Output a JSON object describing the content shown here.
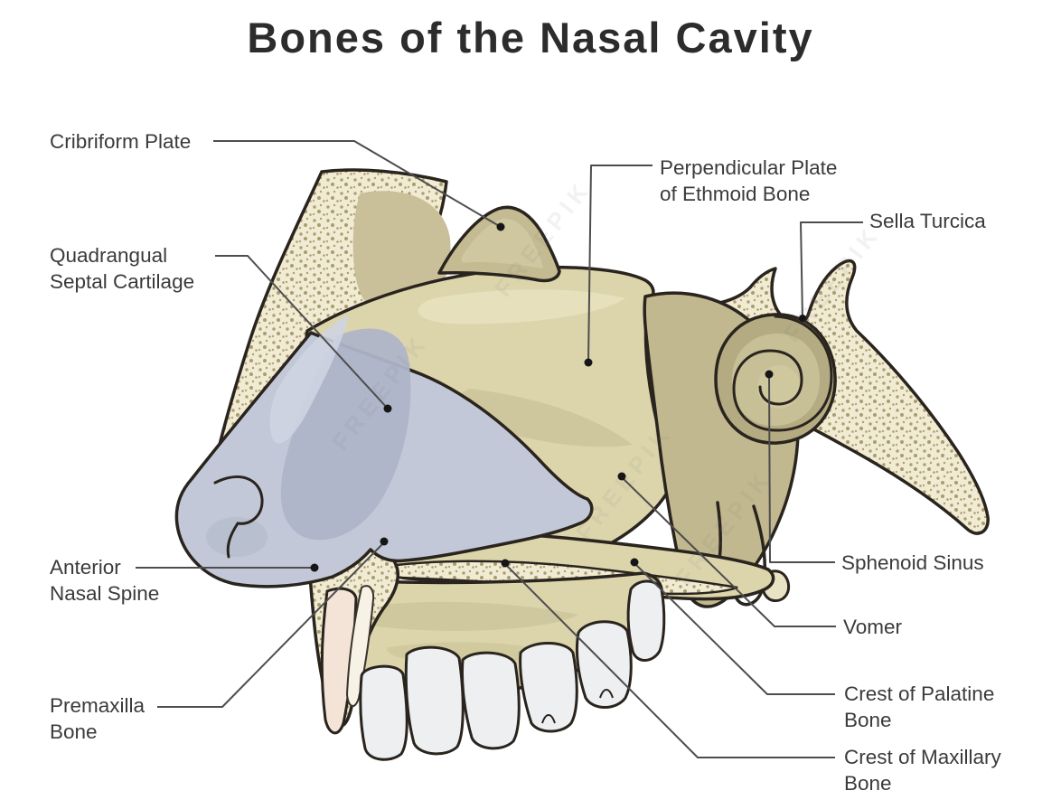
{
  "title": "Bones of the Nasal Cavity",
  "watermark": "FREEPIK",
  "labels": {
    "cribriform_plate": {
      "line1": "Cribriform Plate"
    },
    "quadrangual_septal_cartilage": {
      "line1": "Quadrangual",
      "line2": "Septal Cartilage"
    },
    "perpendicular_plate": {
      "line1": "Perpendicular Plate",
      "line2": "of Ethmoid Bone"
    },
    "sella_turcica": {
      "line1": "Sella Turcica"
    },
    "sphenoid_sinus": {
      "line1": "Sphenoid Sinus"
    },
    "vomer": {
      "line1": "Vomer"
    },
    "anterior_nasal_spine": {
      "line1": "Anterior",
      "line2": "Nasal Spine"
    },
    "premaxilla_bone": {
      "line1": "Premaxilla",
      "line2": "Bone"
    },
    "crest_of_palatine_bone": {
      "line1": "Crest of Palatine",
      "line2": "Bone"
    },
    "crest_of_maxillary_bone": {
      "line1": "Crest of Maxillary",
      "line2": "Bone"
    }
  },
  "colors": {
    "background": "#ffffff",
    "outline": "#2a241e",
    "bone_beige": "#dcd5ac",
    "bone_beige_light": "#e7e0bd",
    "bone_beige_dark": "#ccc49a",
    "bone_tan": "#c4bb92",
    "bone_tan_dark": "#b4ab82",
    "spongy_bone_base": "#f1ebd3",
    "spongy_bone_dot": "#ab9f72",
    "cartilage_blue": "#c2c8d7",
    "cartilage_blue_dark": "#aeb5c8",
    "cartilage_blue_light": "#ced4e1",
    "tooth_white": "#edeff1",
    "tooth_root_pink": "#f4e4d8",
    "leader_line": "#4d4d4d",
    "leader_dot": "#161616",
    "label_text": "#3b3b3b",
    "title_text": "#2c2c2c"
  }
}
